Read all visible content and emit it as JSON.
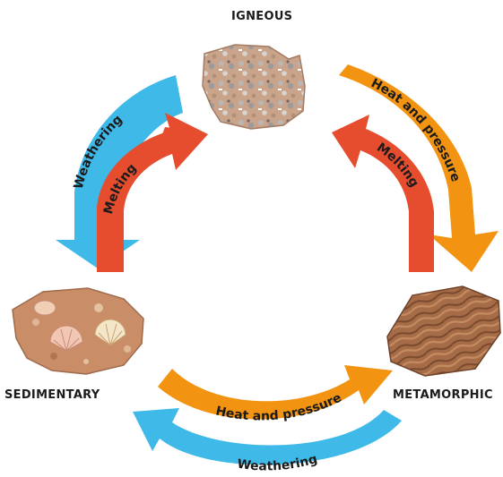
{
  "rocks": {
    "igneous": "IGNEOUS",
    "sedimentary": "SEDIMENTARY",
    "metamorphic": "METAMORPHIC"
  },
  "processes": {
    "weathering_left": "Weathering",
    "melting_left": "Melting",
    "heat_pressure_right": "Heat and pressure",
    "melting_right": "Melting",
    "heat_pressure_bottom": "Heat and pressure",
    "weathering_bottom": "Weathering"
  },
  "colors": {
    "weathering": "#3fb9e8",
    "melting": "#e54d2e",
    "heat_and_pressure": "#f39312",
    "igneous_rock": "#c89a7e",
    "sedimentary_rock": "#c98d68",
    "metamorphic_rock": "#9a6442"
  }
}
